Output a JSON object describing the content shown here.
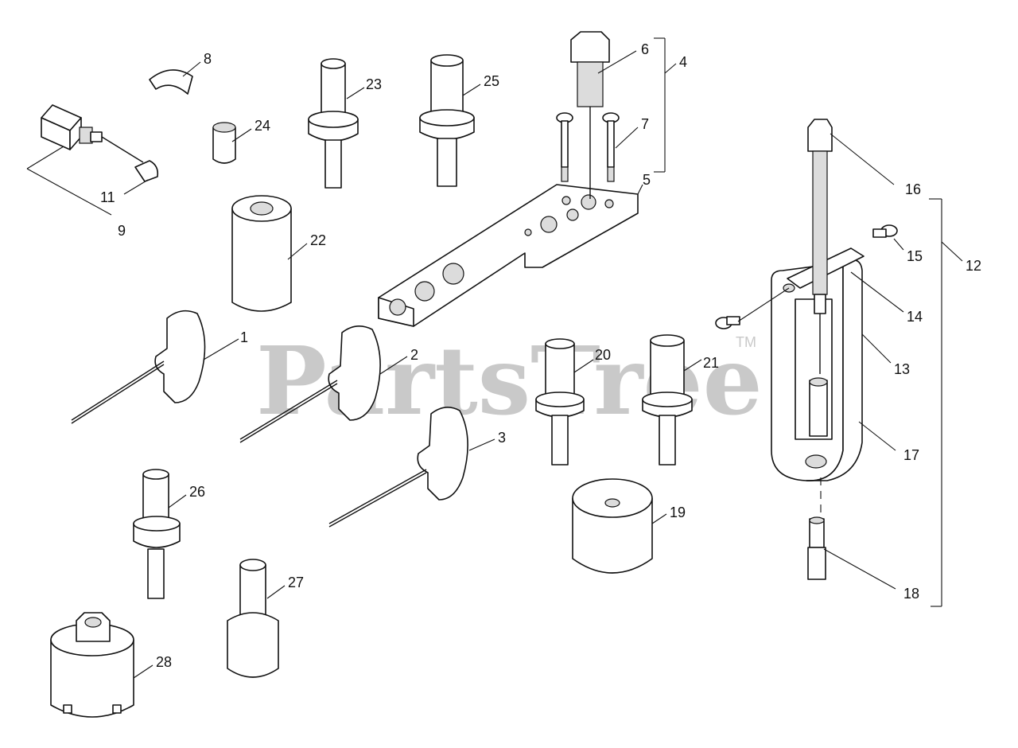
{
  "watermark": {
    "text": "PartsTree",
    "tm": "TM"
  },
  "callouts": [
    "1",
    "2",
    "3",
    "4",
    "5",
    "6",
    "7",
    "8",
    "9",
    "11",
    "12",
    "13",
    "14",
    "15",
    "16",
    "17",
    "18",
    "19",
    "20",
    "21",
    "22",
    "23",
    "24",
    "25",
    "26",
    "27",
    "28"
  ]
}
